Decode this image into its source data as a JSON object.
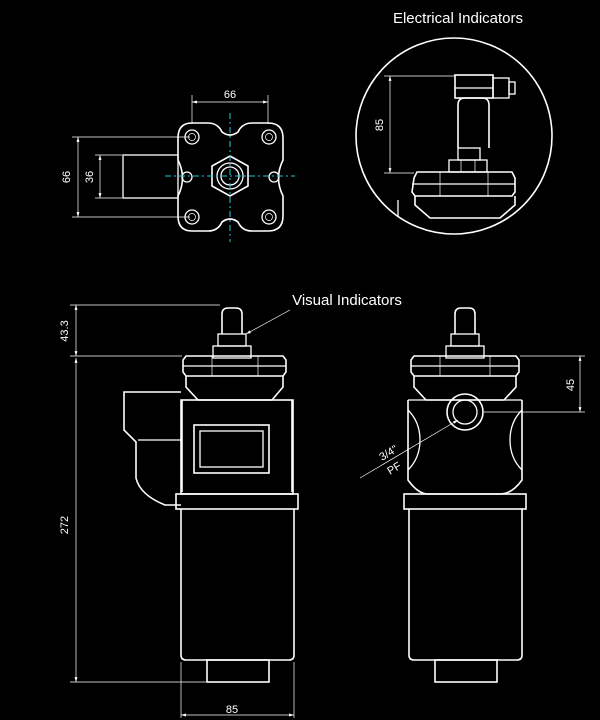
{
  "labels": {
    "electrical_indicators": "Electrical Indicators",
    "visual_indicators": "Visual Indicators"
  },
  "dimensions": {
    "top_width": "66",
    "top_height": "66",
    "top_inner": "36",
    "elec_height": "85",
    "side_top": "43.3",
    "side_body": "272",
    "side_width": "85",
    "front_port": "45",
    "thread_size": "3/4\"",
    "thread_type": "PF"
  },
  "colors": {
    "background": "#000000",
    "line": "#ffffff",
    "centerline": "#20c8e0"
  }
}
